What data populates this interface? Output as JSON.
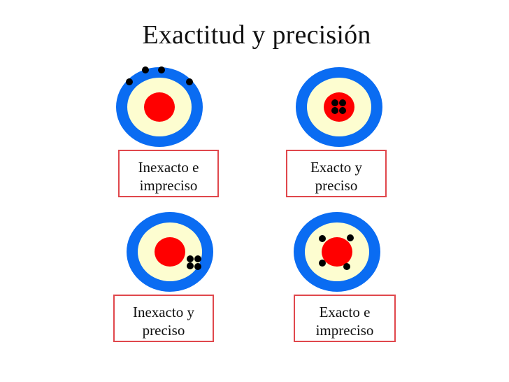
{
  "title": "Exactitud y precisión",
  "colors": {
    "outer_ring": "#0a6cf2",
    "inner_ring": "#fdfdd0",
    "bullseye": "#ff0000",
    "shot": "#000000",
    "label_border": "#e0474c"
  },
  "targets": [
    {
      "id": "inexacto-impreciso",
      "label_lines": [
        "Inexacto e",
        "impreciso"
      ]
    },
    {
      "id": "exacto-preciso",
      "label_lines": [
        "Exacto y",
        "preciso"
      ]
    },
    {
      "id": "inexacto-preciso",
      "label_lines": [
        "Inexacto y",
        "preciso"
      ]
    },
    {
      "id": "exacto-impreciso",
      "label_lines": [
        "Exacto e",
        "impreciso"
      ]
    }
  ]
}
